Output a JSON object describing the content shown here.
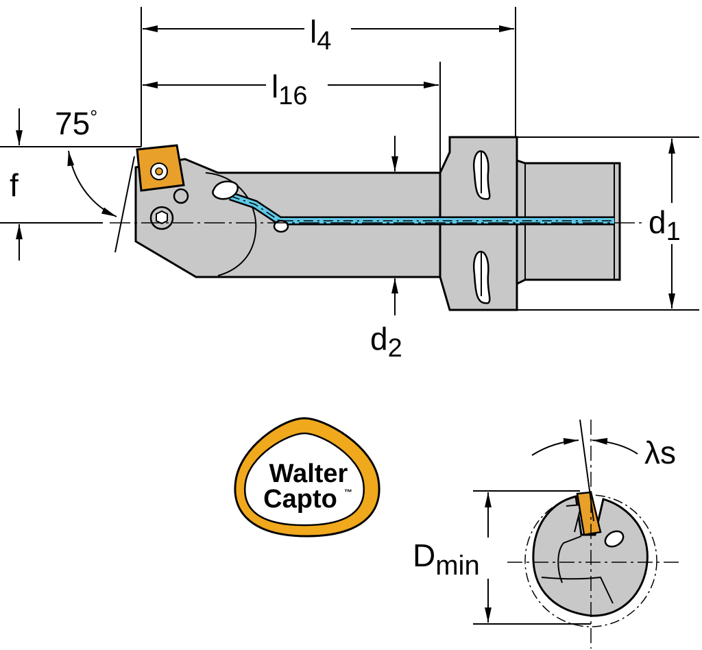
{
  "dimensions": {
    "l4": {
      "main": "l",
      "sub": "4"
    },
    "l16": {
      "main": "l",
      "sub": "16"
    },
    "angle": "75",
    "angle_unit": "°",
    "f": "f",
    "d1": {
      "main": "d",
      "sub": "1"
    },
    "d2": {
      "main": "d",
      "sub": "2"
    },
    "dmin": {
      "main": "D",
      "sub": "min"
    },
    "lambda_s": "λs"
  },
  "logo": {
    "line1": "Walter",
    "line2": "Capto",
    "tm": "™"
  },
  "colors": {
    "body_gray": "#c8c8c8",
    "insert_orange": "#e8a02a",
    "coolant_cyan": "#5ec8e6",
    "logo_ring": "#f0a81c",
    "outline": "#000000"
  }
}
